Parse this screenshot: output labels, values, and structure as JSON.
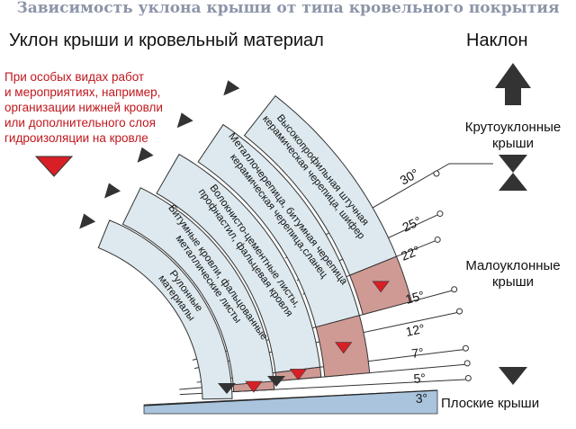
{
  "title": "Зависимость уклона крыши от типа кровельного покрытия",
  "headers": {
    "left": "Уклон крыши и кровельный материал",
    "right": "Наклон"
  },
  "note": {
    "lines": [
      "При особых видах работ",
      "и мероприятиях, например,",
      "организации нижней кровли",
      "или дополнительного слоя",
      "гидроизоляции на кровле"
    ]
  },
  "zones": {
    "steep": [
      "Крутоуклонные",
      "крыши"
    ],
    "low": [
      "Малоуклонные",
      "крыши"
    ],
    "flat": "Плоские крыши"
  },
  "angles": [
    {
      "label": "30°",
      "deg": 30
    },
    {
      "label": "25°",
      "deg": 25
    },
    {
      "label": "22°",
      "deg": 22
    },
    {
      "label": "15°",
      "deg": 15
    },
    {
      "label": "12°",
      "deg": 12
    },
    {
      "label": "7°",
      "deg": 7
    },
    {
      "label": "5°",
      "deg": 5
    },
    {
      "label": "3°",
      "deg": 3
    }
  ],
  "materials": [
    {
      "lines": [
        "Рулонные",
        "материалы"
      ]
    },
    {
      "lines": [
        "Битумные кровли, фальцованные",
        "металлические листы"
      ]
    },
    {
      "lines": [
        "Волокнисто-цементные листы,",
        "профнастил, фальцевая кровля"
      ]
    },
    {
      "lines": [
        "Металлочерепица, битумная черепица",
        "керамическая черепица,сланец"
      ]
    },
    {
      "lines": [
        "Высокопрофильная штучная",
        "керамическая черепица, шифер"
      ]
    }
  ],
  "colors": {
    "band_fill": "#dde9ee",
    "band_stroke": "#333333",
    "extension_fill": "#cf9a94",
    "red_marker": "#d91f26",
    "dark_marker": "#333333",
    "base_fill": "#a9c4dc",
    "title_color": "#8c95a8",
    "note_color": "#c0171d"
  },
  "icons": [
    "up-arrow-icon",
    "double-triangle-icon",
    "down-triangle-icon"
  ]
}
